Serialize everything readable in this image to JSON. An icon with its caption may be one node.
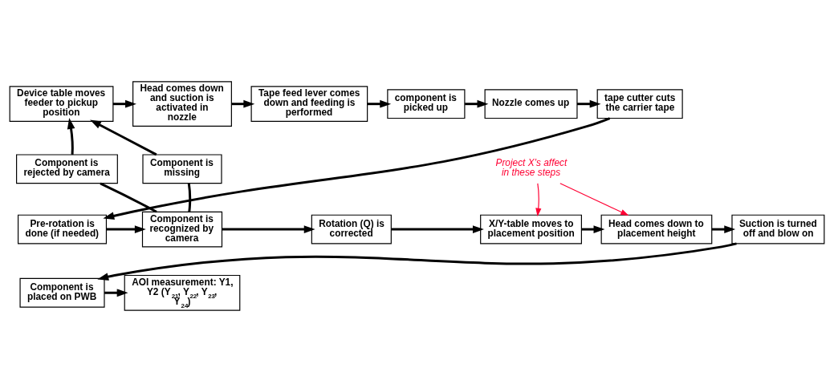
{
  "diagram": {
    "nodes": [
      {
        "text": [
          "Device table moves feeder to pickup position"
        ]
      },
      {
        "text": [
          "Head comes down and suction is activated in nozzle"
        ]
      },
      {
        "text": [
          "Tape feed lever comes down and feeding is performed"
        ]
      },
      {
        "text": [
          "component is picked up"
        ]
      },
      {
        "text": [
          "Nozzle comes up"
        ]
      },
      {
        "text": [
          "tape cutter cuts the carrier tape"
        ]
      },
      {
        "text": [
          "Component is rejected by camera"
        ]
      },
      {
        "text": [
          "Component is missing"
        ]
      },
      {
        "text": [
          "Project X’s affect in these steps"
        ]
      },
      {
        "text": [
          "Pre-rotation is done (if needed)"
        ]
      },
      {
        "text": [
          "Component is recognized by camera"
        ]
      },
      {
        "text": [
          "Rotation (Q) is corrected"
        ]
      },
      {
        "text": [
          "X/Y-table moves to placement position"
        ]
      },
      {
        "text": [
          "Head comes down to placement height"
        ]
      },
      {
        "text": [
          "Suction is turned off and blow on"
        ]
      },
      {
        "text": [
          "Component is placed on PWB"
        ]
      },
      {
        "text": [
          "AOI measurement: Y1, Y2 (Y$_{21}$, Y$_{22}$, Y$_{23}$, Y$_{24}$)"
        ]
      }
    ],
    "edges": [
      {
        "from": 0,
        "to": 1,
        "arrow": "to"
      },
      {
        "from": 1,
        "to": 2,
        "arrow": "to"
      },
      {
        "from": 2,
        "to": 3,
        "arrow": "to"
      },
      {
        "from": 3,
        "to": 4,
        "arrow": "to"
      },
      {
        "from": 4,
        "to": 5,
        "arrow": "to"
      },
      {
        "from": 5,
        "to": 9,
        "arrow": "to"
      },
      {
        "from": 10,
        "to": 6,
        "arrow": "none"
      },
      {
        "from": 6,
        "to": 0,
        "arrow": "to"
      },
      {
        "from": 10,
        "to": 7,
        "arrow": "none"
      },
      {
        "from": 7,
        "to": 0,
        "arrow": "to"
      },
      {
        "from": 8,
        "to": 12,
        "arrow": "to",
        "color": "#ff0033"
      },
      {
        "from": 8,
        "to": 13,
        "arrow": "to",
        "color": "#ff0033"
      },
      {
        "from": 9,
        "to": 10,
        "arrow": "to"
      },
      {
        "from": 10,
        "to": 11,
        "arrow": "to"
      },
      {
        "from": 11,
        "to": 12,
        "arrow": "to"
      },
      {
        "from": 12,
        "to": 13,
        "arrow": "to"
      },
      {
        "from": 13,
        "to": 14,
        "arrow": "to"
      },
      {
        "from": 14,
        "to": 15,
        "arrow": "to"
      },
      {
        "from": 15,
        "to": 16,
        "arrow": "to"
      }
    ]
  }
}
